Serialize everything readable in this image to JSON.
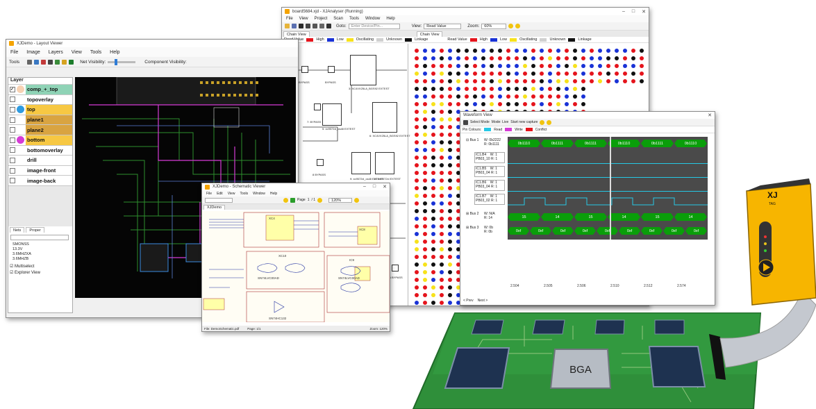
{
  "layout_window": {
    "title": "XJDemo - Layout Viewer",
    "menu": [
      "File",
      "Image",
      "Layers",
      "View",
      "Tools",
      "Help"
    ],
    "toolbar_tools_label": "Tools",
    "net_visibility": "Net Visibility:",
    "component_visibility": "Component Visibility:",
    "layer_header": "Layer",
    "layers": [
      {
        "name": "comp_+_top",
        "color": "#8fd3b6",
        "dot": "#f7d2b4",
        "checked": true
      },
      {
        "name": "topoverlay",
        "color": "#ffffff",
        "dot": "",
        "checked": false
      },
      {
        "name": "top",
        "color": "#f7c843",
        "dot": "#2f9be0",
        "checked": false
      },
      {
        "name": "plane1",
        "color": "#d9a441",
        "dot": "",
        "checked": false
      },
      {
        "name": "plane2",
        "color": "#d9a441",
        "dot": "",
        "checked": false
      },
      {
        "name": "bottom",
        "color": "#f7c843",
        "dot": "#d63bd6",
        "checked": false
      },
      {
        "name": "bottomoverlay",
        "color": "#ffffff",
        "dot": "",
        "checked": false
      },
      {
        "name": "drill",
        "color": "#ffffff",
        "dot": "",
        "checked": false
      },
      {
        "name": "image-front",
        "color": "#ffffff",
        "dot": "",
        "checked": false
      },
      {
        "name": "image-back",
        "color": "#ffffff",
        "dot": "",
        "checked": false
      }
    ],
    "bottom_tabs": [
      "Nets",
      "Proper"
    ],
    "nets": [
      "SMONSS",
      "13.3V",
      "3.6MHZXA",
      "3.6MHZB"
    ],
    "multiselect_label": "Multiselect",
    "explorer_view_label": "Explorer View"
  },
  "schematic_window": {
    "title": "XJDemo - Schematic Viewer",
    "menu": [
      "File",
      "Edit",
      "View",
      "Tools",
      "Window",
      "Help"
    ],
    "page_label": "Page",
    "page_value": "1",
    "page_total": "/ 1",
    "zoom": "120%",
    "tab": "XJDemo",
    "status_left": "File: DemoSchematic.pdf",
    "status_page": "Page: 1/1",
    "status_zoom": "Zoom: 120%",
    "parts": [
      "XC4",
      "XC8",
      "XC10",
      "IC9",
      "SN74LVC00AD",
      "SN74HC132",
      "SN74LVC00AD"
    ]
  },
  "xjanalyser_window": {
    "title": "board5684.xjd - XJAnalyser (Running)",
    "menu": [
      "File",
      "View",
      "Project",
      "Scan",
      "Tools",
      "Window",
      "Help"
    ],
    "goto_label": "Goto:",
    "goto_placeholder": "Enter Device/Pin...",
    "view_label": "View:",
    "view_value": "Read Value",
    "zoom_label": "Zoom:",
    "zoom_value": "60%",
    "left_tab": "Chain View",
    "right_tab": "Chain View",
    "legend_title": "Read Value",
    "legend": [
      {
        "label": "High",
        "color": "#e5141c"
      },
      {
        "label": "Low",
        "color": "#1932d6"
      },
      {
        "label": "Oscillating",
        "color": "#f7e21b"
      },
      {
        "label": "Unknown",
        "color": "#d0d0d0"
      },
      {
        "label": "Linkage",
        "color": "#111111"
      }
    ],
    "chain": [
      {
        "id": "1",
        "label": "BYPASS"
      },
      {
        "id": "2",
        "label": "BYPASS"
      },
      {
        "id": "3",
        "label": "3: XC4VX25LA_BGS92 EXTEST"
      },
      {
        "id": "7",
        "label": "7: BYPASS"
      },
      {
        "id": "5",
        "label": "5: xc9572xl_cs48 EXTEST"
      },
      {
        "id": "6",
        "label": "6: XC4VX25LA_BGS92 EXTEST"
      },
      {
        "id": "8",
        "label": "8 BYPASS"
      },
      {
        "id": "9",
        "label": "9: xc9572xl_cs48 EXTEST"
      },
      {
        "id": "10",
        "label": "10: xc9572xl EXTEST"
      },
      {
        "id": "N",
        "label": "N BYPASS"
      }
    ]
  },
  "waveform_window": {
    "title": "Waveform View",
    "select_mode": "Select Mode",
    "mode_label": "Mode: Live",
    "start_capture": "Start new capture",
    "pin_colours": "Pin Colours:",
    "pin_legend": [
      {
        "label": "Read",
        "color": "#25c8e6"
      },
      {
        "label": "Write",
        "color": "#d63bd6"
      },
      {
        "label": "Conflict",
        "color": "#e5141c"
      }
    ],
    "rows": [
      {
        "name": "Bus 1",
        "w": "W: 0b2222",
        "r": "R: 0b1111",
        "kind": "bus",
        "segments": [
          "0b1110",
          "0b1111",
          "0b1111",
          "0b1110",
          "0b1111",
          "0b1110"
        ]
      },
      {
        "name": "IC1.B4",
        "w": "W: 1",
        "r": "R: 1",
        "kind": "low",
        "sub": "PB03_10"
      },
      {
        "name": "IC1.B5",
        "w": "W: 1",
        "r": "R: 1",
        "kind": "low",
        "sub": "PB03_04"
      },
      {
        "name": "IC1.B6",
        "w": "W: 1",
        "r": "R: 1",
        "kind": "low",
        "sub": "PB03_04"
      },
      {
        "name": "IC1.B7",
        "w": "W: 1",
        "r": "R: 1",
        "kind": "pulse",
        "sub": "PB03_02"
      },
      {
        "name": "Bus 2",
        "w": "W: N/A",
        "r": "R: 14",
        "kind": "bus",
        "segments": [
          "15",
          "14",
          "15",
          "14",
          "15",
          "14"
        ]
      },
      {
        "name": "Bus 3",
        "w": "W: 0b",
        "r": "R: 0b",
        "kind": "bus",
        "segments": [
          "0xf",
          "0xf",
          "0xf",
          "0xf",
          "0xf",
          "0xf",
          "0xf",
          "0xf",
          "0xf"
        ]
      }
    ],
    "axis": [
      "2.504",
      "2.505",
      "2.506",
      "2.510",
      "2.512",
      "2.574"
    ],
    "nav_prev": "< Prev",
    "nav_next": "Next >"
  },
  "hardware": {
    "chip_label": "BGA",
    "device_brand": "XJ",
    "device_sub": "TAG"
  }
}
